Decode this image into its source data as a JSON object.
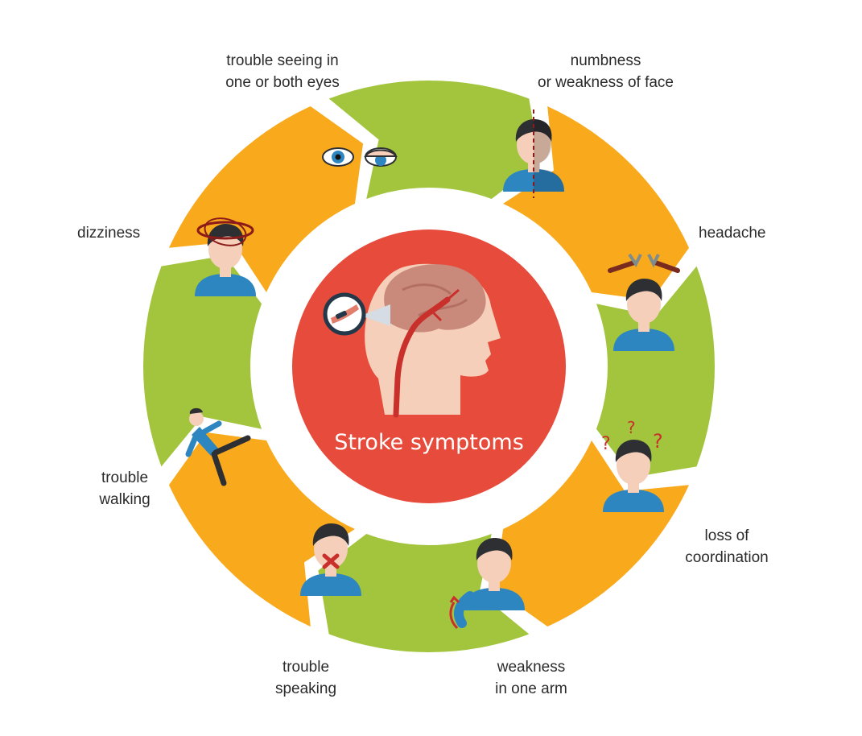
{
  "center": {
    "title": "Stroke symptoms"
  },
  "colors": {
    "green": "#a2c53d",
    "orange": "#f9a91c",
    "red": "#e74b3c",
    "skin": "#f5cfba",
    "hair": "#2d2f33",
    "shirt": "#2e86c1",
    "brain": "#c98a7b",
    "artery": "#c9302c"
  },
  "symptoms": [
    {
      "id": "vision",
      "lines": [
        "trouble seeing in",
        "one or both eyes"
      ],
      "icon": "eyes-icon",
      "color": "green"
    },
    {
      "id": "face",
      "lines": [
        "numbness",
        "or weakness of face"
      ],
      "icon": "half-face-icon",
      "color": "orange"
    },
    {
      "id": "headache",
      "lines": [
        "headache"
      ],
      "icon": "headache-icon",
      "color": "green"
    },
    {
      "id": "coordination",
      "lines": [
        "loss of",
        "coordination"
      ],
      "icon": "confused-person-icon",
      "color": "orange"
    },
    {
      "id": "arm",
      "lines": [
        "weakness",
        "in one arm"
      ],
      "icon": "weak-arm-icon",
      "color": "green"
    },
    {
      "id": "speaking",
      "lines": [
        "trouble",
        "speaking"
      ],
      "icon": "mouth-cross-icon",
      "color": "orange"
    },
    {
      "id": "walking",
      "lines": [
        "trouble",
        "walking"
      ],
      "icon": "falling-person-icon",
      "color": "green"
    },
    {
      "id": "dizziness",
      "lines": [
        "dizziness"
      ],
      "icon": "dizzy-person-icon",
      "color": "orange"
    }
  ]
}
